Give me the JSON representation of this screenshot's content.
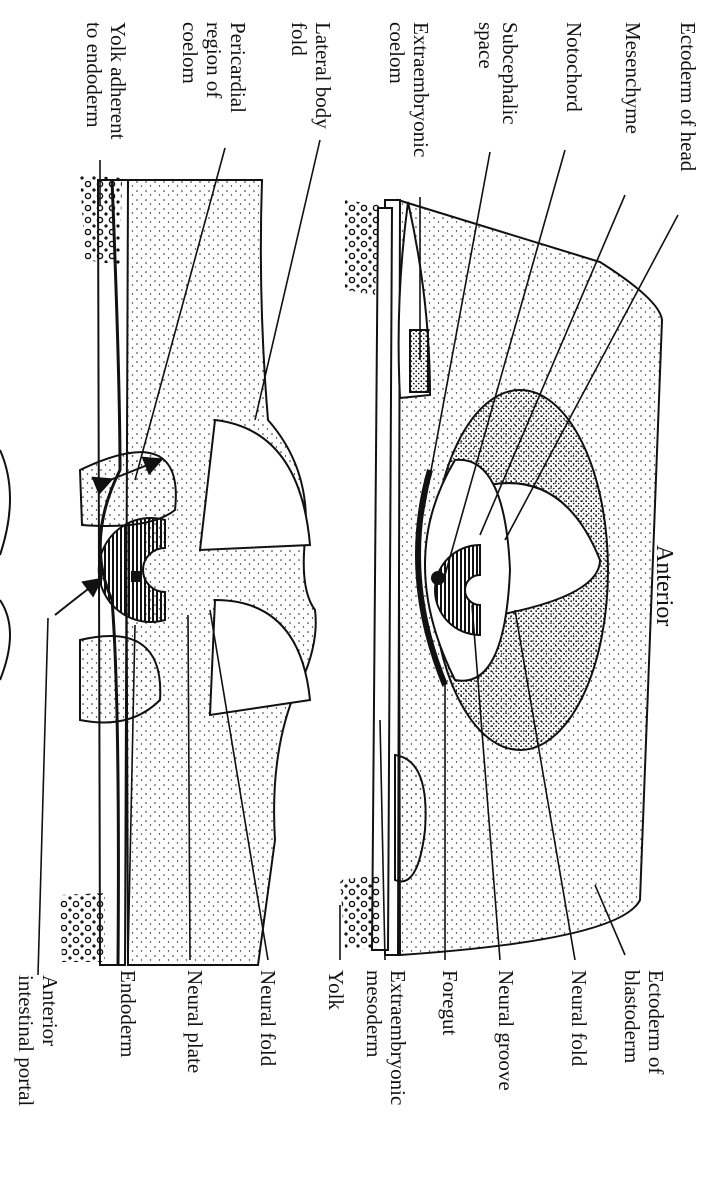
{
  "title": "Anterior",
  "labels_upper": [
    {
      "id": "ectoderm-of-head",
      "lines": [
        "Ectoderm of head"
      ]
    },
    {
      "id": "mesenchyme",
      "lines": [
        "Mesenchyme"
      ]
    },
    {
      "id": "notochord",
      "lines": [
        "Notochord"
      ]
    },
    {
      "id": "subcephalic-space",
      "lines": [
        "Subcephalic",
        "space"
      ]
    },
    {
      "id": "extraembryonic-coelom",
      "lines": [
        "Extraembryonic",
        "coelom"
      ]
    },
    {
      "id": "ectoderm-of-blastoderm",
      "lines": [
        "Ectoderm of",
        "blastoderm"
      ]
    },
    {
      "id": "neural-fold-upper",
      "lines": [
        "Neural fold"
      ]
    },
    {
      "id": "neural-groove",
      "lines": [
        "Neural groove"
      ]
    },
    {
      "id": "foregut",
      "lines": [
        "Foregut"
      ]
    },
    {
      "id": "extraembryonic-mesoderm",
      "lines": [
        "Extraembryonic",
        "mesoderm"
      ]
    },
    {
      "id": "yolk",
      "lines": [
        "Yolk"
      ]
    }
  ],
  "labels_lower": [
    {
      "id": "lateral-body-fold",
      "lines": [
        "Lateral body",
        "fold"
      ]
    },
    {
      "id": "pericardial-region",
      "lines": [
        "Pericardial",
        "region of",
        "coelom"
      ]
    },
    {
      "id": "yolk-adherent",
      "lines": [
        "Yolk adherent",
        "to endoderm"
      ]
    },
    {
      "id": "neural-fold-lower",
      "lines": [
        "Neural fold"
      ]
    },
    {
      "id": "neural-plate",
      "lines": [
        "Neural plate"
      ]
    },
    {
      "id": "endoderm",
      "lines": [
        "Endoderm"
      ]
    },
    {
      "id": "anterior-intestinal-portal",
      "lines": [
        "Anterior",
        "intestinal portal"
      ]
    }
  ],
  "colors": {
    "ink": "#111111",
    "paper": "#ffffff"
  }
}
